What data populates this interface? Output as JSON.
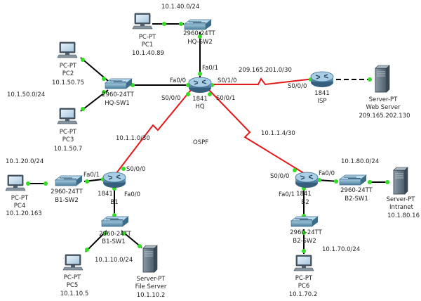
{
  "diagram": {
    "center_label": "OSPF",
    "networks": {
      "hq_lan_top": "10.1.40.0/24",
      "hq_lan_left": "10.1.50.0/24",
      "b1_lan_top": "10.1.20.0/24",
      "b1_lan_bottom": "10.1.10.0/24",
      "b2_lan_top": "10.1.80.0/24",
      "b2_lan_bottom": "10.1.70.0/24",
      "isp_link": "209.165.201.0/30",
      "hq_b1_link": "10.1.1.0/30",
      "hq_b2_link": "10.1.1.4/30"
    },
    "interfaces": {
      "hq_fa0_1": "Fa0/1",
      "hq_fa0_0": "Fa0/0",
      "hq_s0_1_0": "S0/1/0",
      "hq_s0_0_0": "S0/0/0",
      "hq_s0_0_1": "S0/0/1",
      "isp_s0_0_0": "S0/0/0",
      "b1_s0_0_0": "S0/0/0",
      "b1_fa0_1": "Fa0/1",
      "b1_fa0_0": "Fa0/0",
      "b2_s0_0_0": "S0/0/0",
      "b2_fa0_0": "Fa0/0",
      "b2_fa0_1": "Fa0/1"
    },
    "devices": {
      "hq_router": {
        "model": "1841",
        "name": "HQ"
      },
      "isp_router": {
        "model": "1841",
        "name": "ISP"
      },
      "b1_router": {
        "model": "1841",
        "name": "B1"
      },
      "b2_router": {
        "model": "1841",
        "name": "B2"
      },
      "hq_sw1": {
        "model": "2960-24TT",
        "name": "HQ-SW1"
      },
      "hq_sw2": {
        "model": "2960-24TT",
        "name": "HQ-SW2"
      },
      "b1_sw1": {
        "model": "2960-24TT",
        "name": "B1-SW1"
      },
      "b1_sw2": {
        "model": "2960-24TT",
        "name": "B1-SW2"
      },
      "b2_sw1": {
        "model": "2960-24TT",
        "name": "B2-SW1"
      },
      "b2_sw2": {
        "model": "2960-24TT",
        "name": "B2-SW2"
      },
      "pc1": {
        "model": "PC-PT",
        "name": "PC1",
        "ip": "10.1.40.89"
      },
      "pc2": {
        "model": "PC-PT",
        "name": "PC2",
        "ip": "10.1.50.75"
      },
      "pc3": {
        "model": "PC-PT",
        "name": "PC3",
        "ip": "10.1.50.7"
      },
      "pc4": {
        "model": "PC-PT",
        "name": "PC4",
        "ip": "10.1.20.163"
      },
      "pc5": {
        "model": "PC-PT",
        "name": "PC5",
        "ip": "10.1.10.5"
      },
      "pc6": {
        "model": "PC-PT",
        "name": "PC6",
        "ip": "10.1.70.2"
      },
      "web_server": {
        "model": "Server-PT",
        "name": "Web Server",
        "ip": "209.165.202.130"
      },
      "file_server": {
        "model": "Server-PT",
        "name": "File Server",
        "ip": "10.1.10.2"
      },
      "intranet": {
        "model": "Server-PT",
        "name": "Intranet",
        "ip": "10.1.80.16"
      }
    },
    "colors": {
      "serial_link": "#e31a1c",
      "ethernet_link": "#000000",
      "port_up": "#33dd22",
      "router_body": "#5d8aa8",
      "switch_body": "#6f9fb8",
      "server_body": "#5f7280"
    }
  }
}
